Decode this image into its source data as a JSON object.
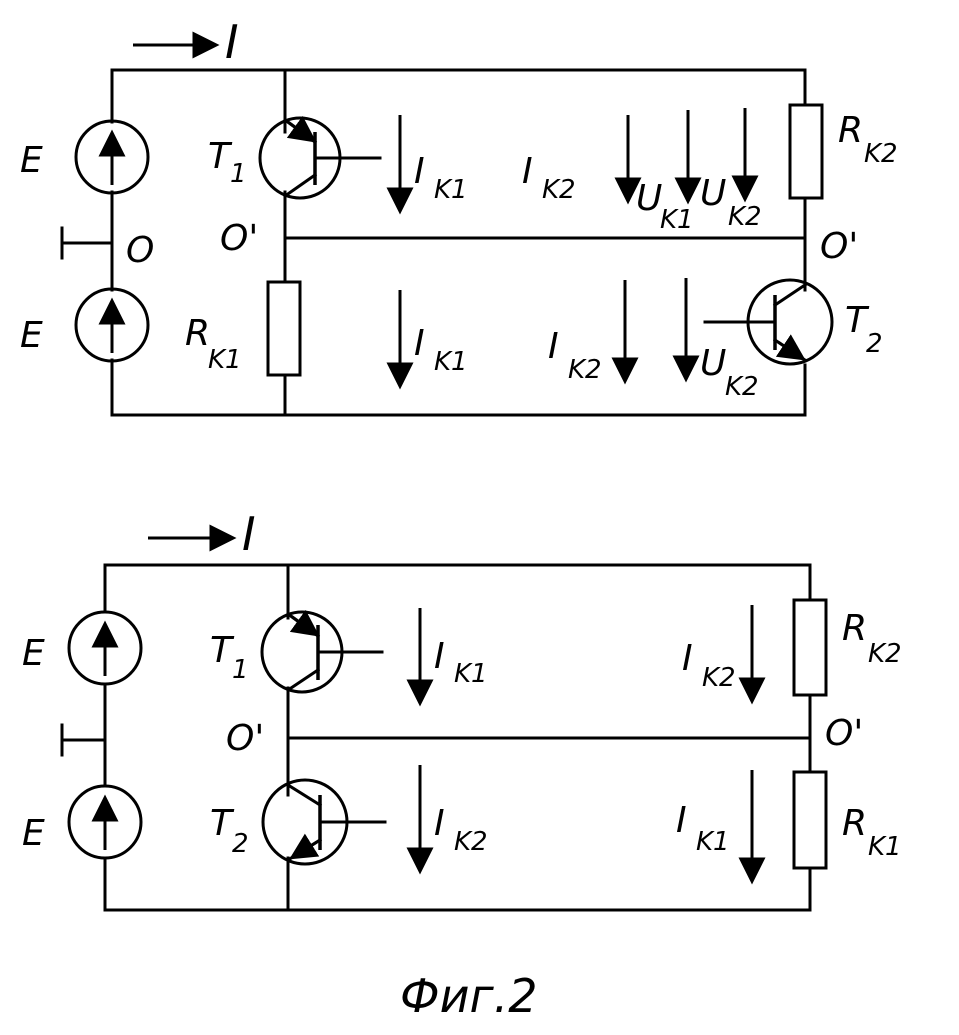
{
  "figure": {
    "caption": "Фиг.2",
    "top_circuit": {
      "current_label": "I",
      "source_upper": "E",
      "source_lower": "E",
      "ground_node": "O",
      "node_left": "O'",
      "node_right": "O'",
      "transistor_1": {
        "letter": "T",
        "index": "1"
      },
      "transistor_2": {
        "letter": "T",
        "index": "2"
      },
      "resistor_k1": {
        "letter": "R",
        "sub": "K1"
      },
      "resistor_k2": {
        "letter": "R",
        "sub": "K2"
      },
      "upper_ik1": {
        "letter": "I",
        "sub": "K1"
      },
      "upper_ik2": {
        "letter": "I",
        "sub": "K2"
      },
      "upper_uk1": {
        "letter": "U",
        "sub": "K1"
      },
      "upper_uk2": {
        "letter": "U",
        "sub": "K2"
      },
      "lower_ik1": {
        "letter": "I",
        "sub": "K1"
      },
      "lower_ik2": {
        "letter": "I",
        "sub": "K2"
      },
      "lower_uk2": {
        "letter": "U",
        "sub": "K2"
      }
    },
    "bottom_circuit": {
      "current_label": "I",
      "source_upper": "E",
      "source_lower": "E",
      "node_left": "O'",
      "node_right": "O'",
      "transistor_1": {
        "letter": "T",
        "index": "1"
      },
      "transistor_2": {
        "letter": "T",
        "index": "2"
      },
      "resistor_k2": {
        "letter": "R",
        "sub": "K2"
      },
      "resistor_k1": {
        "letter": "R",
        "sub": "K1"
      },
      "upper_ik1": {
        "letter": "I",
        "sub": "K1"
      },
      "upper_ik2": {
        "letter": "I",
        "sub": "K2"
      },
      "lower_ik2": {
        "letter": "I",
        "sub": "K2"
      },
      "lower_ik1": {
        "letter": "I",
        "sub": "K1"
      }
    }
  }
}
